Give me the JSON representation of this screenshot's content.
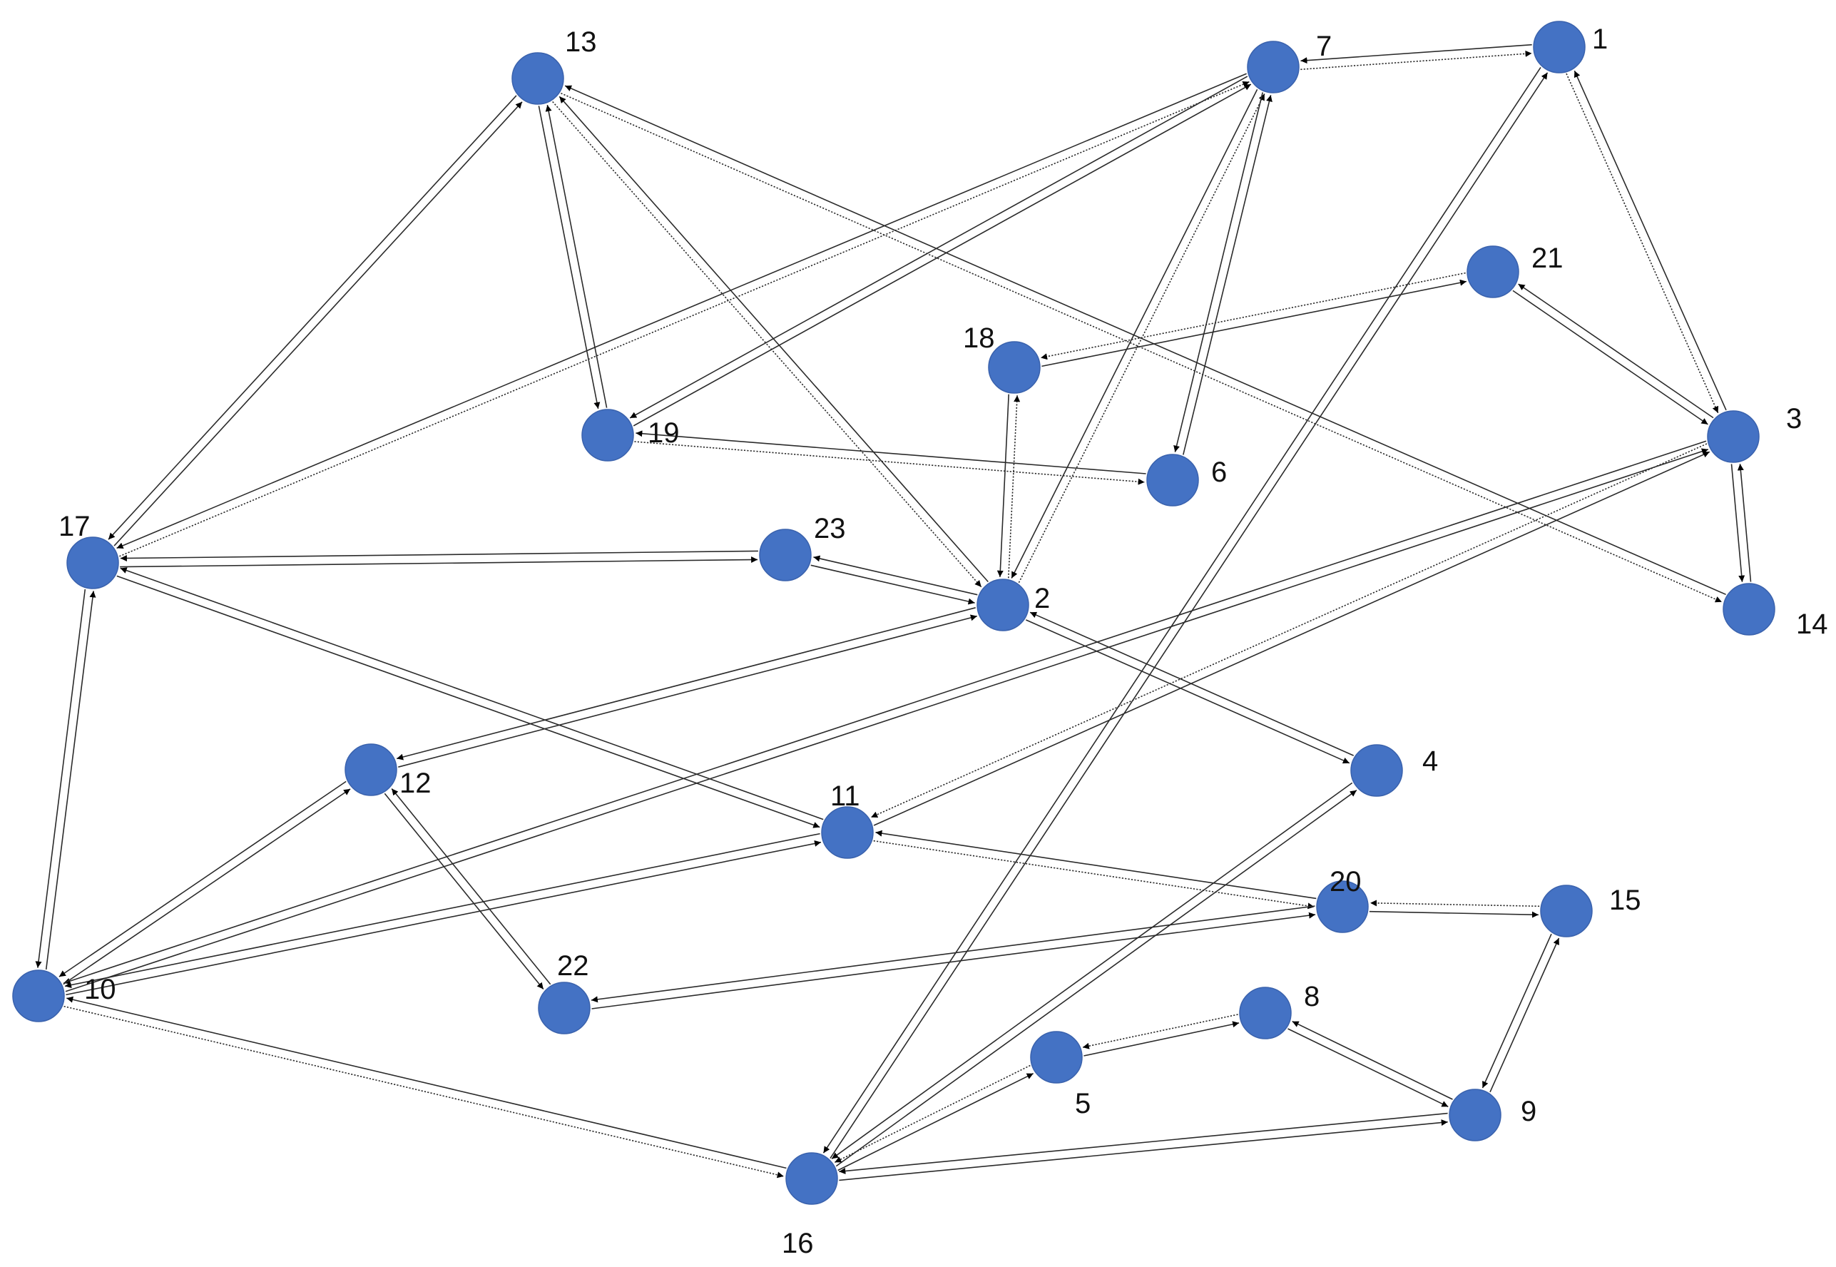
{
  "colors": {
    "node_fill": "#4472c4",
    "edge": "#2b2b2b",
    "arrow": "#000000",
    "label": "#111111"
  },
  "nodes": [
    {
      "id": "1",
      "label": "1"
    },
    {
      "id": "2",
      "label": "2"
    },
    {
      "id": "3",
      "label": "3"
    },
    {
      "id": "4",
      "label": "4"
    },
    {
      "id": "5",
      "label": "5"
    },
    {
      "id": "6",
      "label": "6"
    },
    {
      "id": "7",
      "label": "7"
    },
    {
      "id": "8",
      "label": "8"
    },
    {
      "id": "9",
      "label": "9"
    },
    {
      "id": "10",
      "label": "10"
    },
    {
      "id": "11",
      "label": "11"
    },
    {
      "id": "12",
      "label": "12"
    },
    {
      "id": "13",
      "label": "13"
    },
    {
      "id": "14",
      "label": "14"
    },
    {
      "id": "15",
      "label": "15"
    },
    {
      "id": "16",
      "label": "16"
    },
    {
      "id": "17",
      "label": "17"
    },
    {
      "id": "18",
      "label": "18"
    },
    {
      "id": "19",
      "label": "19"
    },
    {
      "id": "20",
      "label": "20"
    },
    {
      "id": "21",
      "label": "21"
    },
    {
      "id": "22",
      "label": "22"
    },
    {
      "id": "23",
      "label": "23"
    }
  ],
  "edges": [
    [
      "7",
      "1"
    ],
    [
      "1",
      "7"
    ],
    [
      "1",
      "3"
    ],
    [
      "3",
      "1"
    ],
    [
      "1",
      "16"
    ],
    [
      "16",
      "1"
    ],
    [
      "7",
      "17"
    ],
    [
      "17",
      "7"
    ],
    [
      "7",
      "19"
    ],
    [
      "19",
      "7"
    ],
    [
      "7",
      "2"
    ],
    [
      "2",
      "7"
    ],
    [
      "7",
      "6"
    ],
    [
      "6",
      "7"
    ],
    [
      "13",
      "17"
    ],
    [
      "17",
      "13"
    ],
    [
      "13",
      "19"
    ],
    [
      "19",
      "13"
    ],
    [
      "13",
      "2"
    ],
    [
      "2",
      "13"
    ],
    [
      "13",
      "14"
    ],
    [
      "14",
      "13"
    ],
    [
      "21",
      "3"
    ],
    [
      "3",
      "21"
    ],
    [
      "21",
      "18"
    ],
    [
      "18",
      "21"
    ],
    [
      "18",
      "2"
    ],
    [
      "2",
      "18"
    ],
    [
      "19",
      "6"
    ],
    [
      "6",
      "19"
    ],
    [
      "17",
      "23"
    ],
    [
      "23",
      "17"
    ],
    [
      "23",
      "2"
    ],
    [
      "2",
      "23"
    ],
    [
      "17",
      "10"
    ],
    [
      "10",
      "17"
    ],
    [
      "17",
      "11"
    ],
    [
      "11",
      "17"
    ],
    [
      "3",
      "14"
    ],
    [
      "14",
      "3"
    ],
    [
      "3",
      "10"
    ],
    [
      "10",
      "3"
    ],
    [
      "3",
      "11"
    ],
    [
      "11",
      "3"
    ],
    [
      "2",
      "12"
    ],
    [
      "12",
      "2"
    ],
    [
      "2",
      "4"
    ],
    [
      "4",
      "2"
    ],
    [
      "4",
      "16"
    ],
    [
      "16",
      "4"
    ],
    [
      "12",
      "10"
    ],
    [
      "10",
      "12"
    ],
    [
      "12",
      "22"
    ],
    [
      "22",
      "12"
    ],
    [
      "11",
      "10"
    ],
    [
      "10",
      "11"
    ],
    [
      "11",
      "20"
    ],
    [
      "20",
      "11"
    ],
    [
      "20",
      "15"
    ],
    [
      "15",
      "20"
    ],
    [
      "20",
      "22"
    ],
    [
      "22",
      "20"
    ],
    [
      "15",
      "9"
    ],
    [
      "9",
      "15"
    ],
    [
      "8",
      "5"
    ],
    [
      "5",
      "8"
    ],
    [
      "8",
      "9"
    ],
    [
      "9",
      "8"
    ],
    [
      "5",
      "16"
    ],
    [
      "16",
      "5"
    ],
    [
      "9",
      "16"
    ],
    [
      "16",
      "9"
    ],
    [
      "10",
      "16"
    ],
    [
      "16",
      "10"
    ]
  ]
}
